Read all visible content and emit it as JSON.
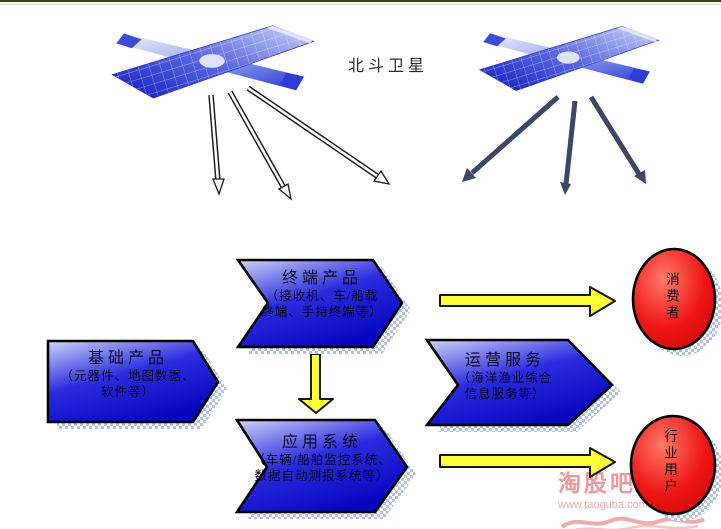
{
  "header": {
    "satellite_label": "北斗卫星"
  },
  "icons": {
    "satellite_left": "satellite-icon",
    "satellite_right": "satellite-icon",
    "signal_arrows": "signal-arrow-icon",
    "flow_arrows": "flow-arrow-icon"
  },
  "process": {
    "terminal": {
      "title": "终端产品",
      "sub1": "（接收机、车/船载",
      "sub2": "终端、手持终端等）"
    },
    "basic": {
      "title": "基础产品",
      "sub1": "（元器件、地图数据、",
      "sub2": "软件等）"
    },
    "service": {
      "title": "运营服务",
      "sub1": "（海洋渔业综合",
      "sub2": "信息服务等）"
    },
    "application": {
      "title": "应用系统",
      "sub1": "（车辆/船舶监控系统、",
      "sub2": "数据自动测报系统等）"
    }
  },
  "endpoints": {
    "consumer": "消费者",
    "industry": "行业用户"
  },
  "watermark": {
    "name": "淘股吧",
    "url": "www.taoguba.com.cn"
  },
  "colors": {
    "shape_blue_dark": "#0707c0",
    "shape_blue_light": "#cdd5f7",
    "arrow_yellow": "#ffff38",
    "endpoint_red": "#ee1515",
    "satellite_arrow_dark": "#3c4665",
    "shadow_checker_blue": "#b1c1e6"
  }
}
